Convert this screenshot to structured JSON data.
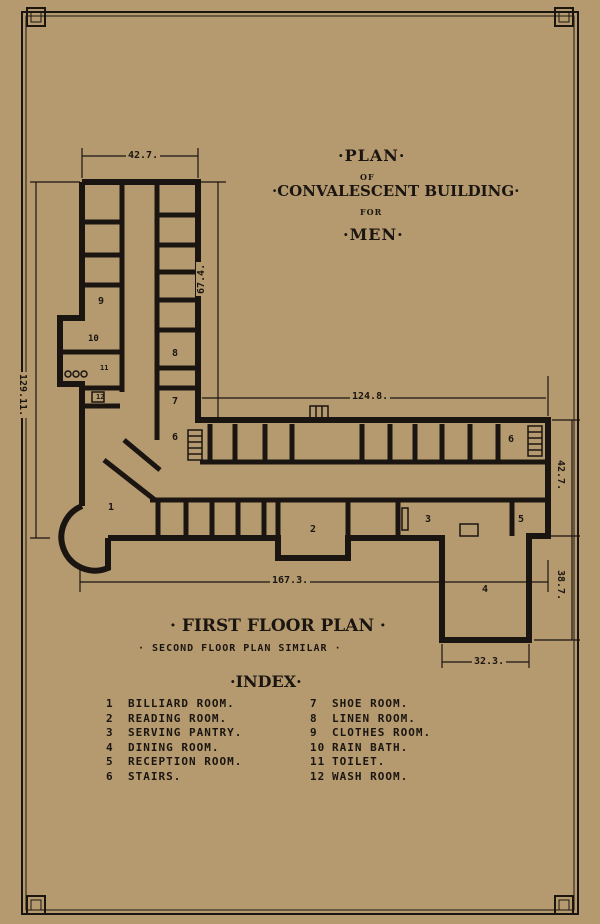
{
  "title": {
    "line1": "·PLAN·",
    "line2": "OF",
    "line3": "·CONVALESCENT BUILDING·",
    "line4": "FOR",
    "line5": "·MEN·"
  },
  "dimensions": {
    "top_wing_width": "42.7.",
    "upper_wing_length": "67.4.",
    "overall_height": "129.11.",
    "east_wing_length": "124.8.",
    "overall_length": "167.3.",
    "east_end_width": "42.7.",
    "dining_depth": "38.7.",
    "dining_width": "32.3."
  },
  "room_numbers": {
    "r1": "1",
    "r2": "2",
    "r3": "3",
    "r4": "4",
    "r5": "5",
    "r6a": "6",
    "r6b": "6",
    "r7": "7",
    "r8": "8",
    "r9": "9",
    "r10": "10",
    "r11": "11",
    "r12": "12"
  },
  "floor_plan_title": "· FIRST FLOOR PLAN ·",
  "floor_plan_subtitle": "· SECOND FLOOR PLAN SIMILAR ·",
  "index_title": "·INDEX·",
  "index_left": [
    {
      "num": "1",
      "label": "BILLIARD ROOM."
    },
    {
      "num": "2",
      "label": "READING ROOM."
    },
    {
      "num": "3",
      "label": "SERVING PANTRY."
    },
    {
      "num": "4",
      "label": "DINING ROOM."
    },
    {
      "num": "5",
      "label": "RECEPTION ROOM."
    },
    {
      "num": "6",
      "label": "STAIRS."
    }
  ],
  "index_right": [
    {
      "num": "7",
      "label": "SHOE ROOM."
    },
    {
      "num": "8",
      "label": "LINEN ROOM."
    },
    {
      "num": "9",
      "label": "CLOTHES ROOM."
    },
    {
      "num": "10",
      "label": "RAIN BATH."
    },
    {
      "num": "11",
      "label": "TOILET."
    },
    {
      "num": "12",
      "label": "WASH ROOM."
    }
  ],
  "colors": {
    "paper": "#b59a70",
    "ink": "#1a1510"
  }
}
